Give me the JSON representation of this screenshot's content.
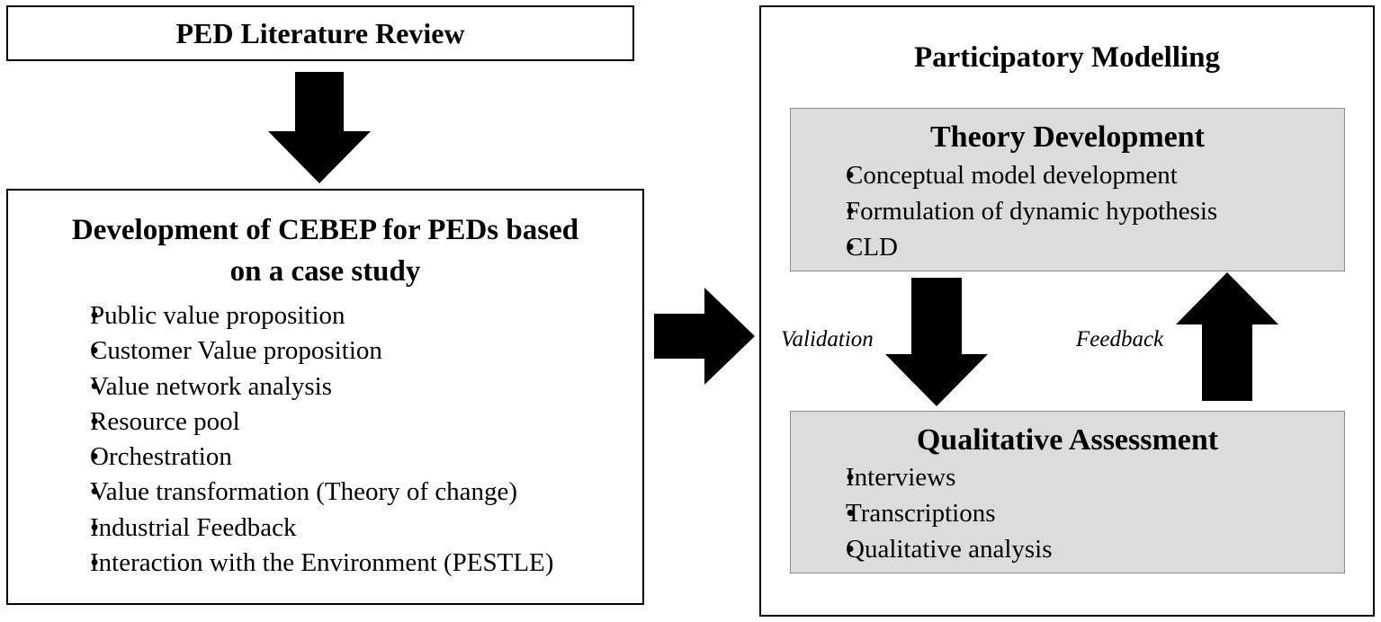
{
  "literature_review": {
    "title": "PED Literature Review"
  },
  "cebep": {
    "title_line1": "Development of CEBEP for PEDs based",
    "title_line2": "on a case study",
    "items": [
      "Public value proposition",
      "Customer Value proposition",
      "Value network analysis",
      "Resource pool",
      "Orchestration",
      "Value transformation (Theory of change)",
      "Industrial Feedback",
      "Interaction with the Environment (PESTLE)"
    ]
  },
  "participatory": {
    "title": "Participatory Modelling"
  },
  "theory": {
    "title": "Theory Development",
    "items": [
      "Conceptual model development",
      "Formulation of dynamic hypothesis",
      "CLD"
    ]
  },
  "qualitative": {
    "title": "Qualitative Assessment",
    "items": [
      "Interviews",
      "Transcriptions",
      "Qualitative analysis"
    ]
  },
  "labels": {
    "validation": "Validation",
    "feedback": "Feedback"
  }
}
